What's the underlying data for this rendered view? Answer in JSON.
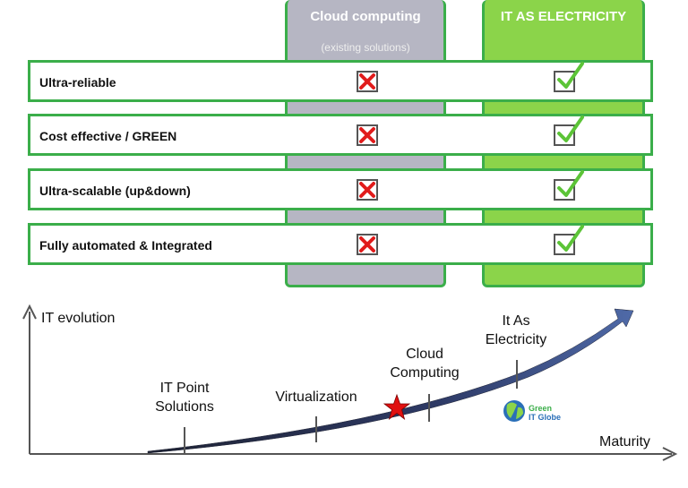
{
  "columns": {
    "cloud": {
      "title": "Cloud computing",
      "subtitle": "(existing solutions)"
    },
    "electricity": {
      "title": "IT AS ELECTRICITY"
    }
  },
  "rows": [
    {
      "label": "Ultra-reliable",
      "cloud": "cross",
      "electricity": "check"
    },
    {
      "label": "Cost effective / GREEN",
      "cloud": "cross",
      "electricity": "check"
    },
    {
      "label": "Ultra-scalable (up&down)",
      "cloud": "cross",
      "electricity": "check"
    },
    {
      "label": "Fully automated & Integrated",
      "cloud": "cross",
      "electricity": "check"
    }
  ],
  "diagram": {
    "y_axis_label": "IT evolution",
    "x_axis_label": "Maturity",
    "milestones": {
      "point_solutions": "IT Point\nSolutions",
      "virtualization": "Virtualization",
      "cloud": "Cloud\nComputing",
      "electricity": "It As\nElectricity"
    },
    "logo": {
      "line1": "Green",
      "line2": "IT Globe"
    }
  },
  "colors": {
    "green_border": "#3bae4a",
    "cloud_fill": "#b6b6c3",
    "electricity_fill": "#8bd44a",
    "cross": "#e11b1b",
    "check": "#5cc437",
    "curve": "#2e3a66",
    "star": "#e01010"
  }
}
